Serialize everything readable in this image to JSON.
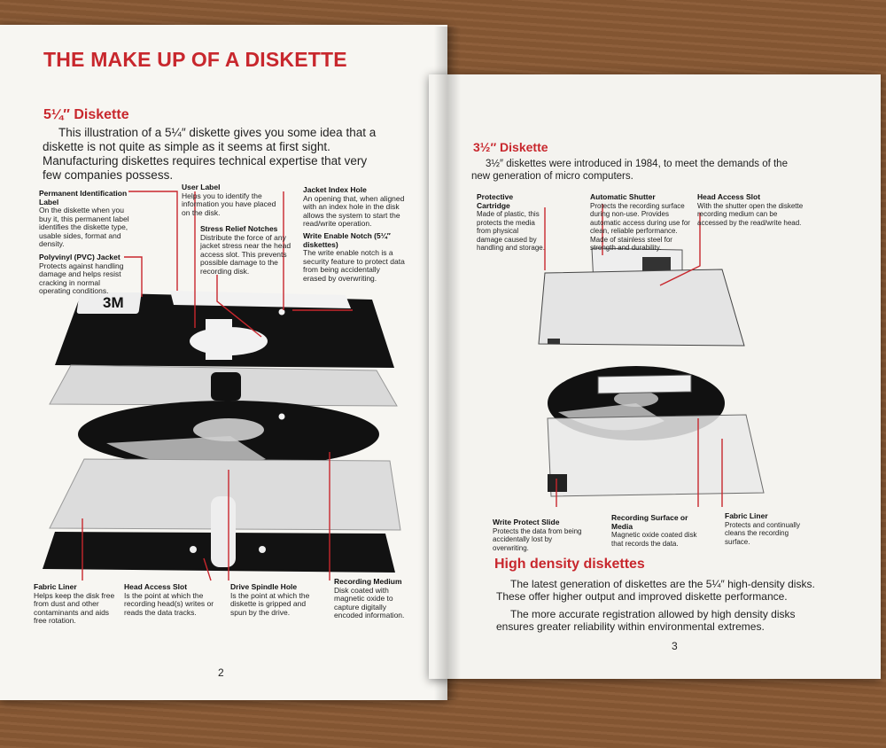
{
  "left_page": {
    "title": "THE MAKE UP OF A DISKETTE",
    "subtitle": "5¼″ Diskette",
    "intro": "This illustration of a 5¼″ diskette gives you some idea that a diskette is not quite as simple as it seems at first sight. Manufacturing diskettes requires technical expertise that very few companies possess.",
    "logo": "3M",
    "labels": [
      {
        "title": "Permanent Identification Label",
        "text": "On the diskette when you buy it, this permanent label identifies the diskette type, usable sides, format and density."
      },
      {
        "title": "User Label",
        "text": "Helps you to identify the information you have placed on the disk."
      },
      {
        "title": "Jacket Index Hole",
        "text": "An opening that, when aligned with an index hole in the disk allows the system to start the read/write operation."
      },
      {
        "title": "Stress Relief Notches",
        "text": "Distribute the force of any jacket stress near the head access slot. This prevents possible damage to the recording disk."
      },
      {
        "title": "Write Enable Notch (5¼″ diskettes)",
        "text": "The write enable notch is a security feature to protect data from being accidentally erased by overwriting."
      },
      {
        "title": "Polyvinyl (PVC) Jacket",
        "text": "Protects against handling damage and helps resist cracking in normal operating conditions."
      },
      {
        "title": "Fabric Liner",
        "text": "Helps keep the disk free from dust and other contaminants and aids free rotation."
      },
      {
        "title": "Head Access Slot",
        "text": "Is the point at which the recording head(s) writes or reads the data tracks."
      },
      {
        "title": "Drive Spindle Hole",
        "text": "Is the point at which the diskette is gripped and spun by the drive."
      },
      {
        "title": "Recording Medium",
        "text": "Disk coated with magnetic oxide to capture digitally encoded information."
      }
    ],
    "page_number": "2"
  },
  "right_page": {
    "subtitle": "3½″ Diskette",
    "intro": "3½″ diskettes were introduced in 1984, to meet the demands of the new generation of micro computers.",
    "labels": [
      {
        "title": "Protective Cartridge",
        "text": "Made of plastic, this protects the media from physical damage caused by handling and storage."
      },
      {
        "title": "Automatic Shutter",
        "text": "Protects the recording surface during non-use. Provides automatic access during use for clean, reliable performance. Made of stainless steel for strength and durability."
      },
      {
        "title": "Head Access Slot",
        "text": "With the shutter open the diskette recording medium can be accessed by the read/write head."
      },
      {
        "title": "Write Protect Slide",
        "text": "Protects the data from being accidentally lost by overwriting."
      },
      {
        "title": "Recording Surface or Media",
        "text": "Magnetic oxide coated disk that records the data."
      },
      {
        "title": "Fabric Liner",
        "text": "Protects and continually cleans the recording surface."
      }
    ],
    "hd_title": "High density diskettes",
    "hd_para1": "The latest generation of diskettes are the 5¼″ high-density disks. These offer higher output and improved diskette performance.",
    "hd_para2": "The more accurate registration allowed by high density disks ensures greater reliability within environmental extremes.",
    "page_number": "3"
  },
  "colors": {
    "accent_red": "#c8272d",
    "ink": "#222222",
    "disk_black": "#111111"
  }
}
